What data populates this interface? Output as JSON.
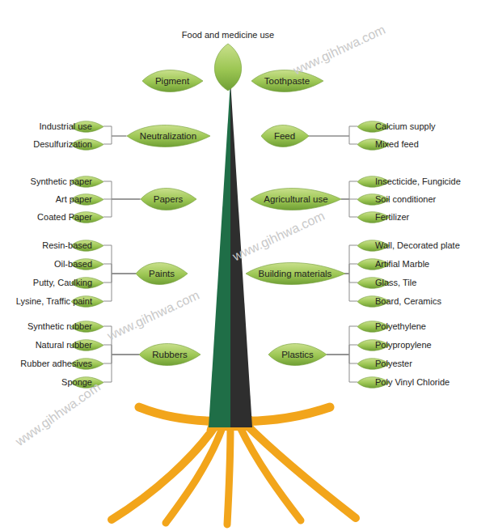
{
  "diagram": {
    "nodes": [
      {
        "text": [
          "Food and medicine use"
        ]
      },
      {
        "text": [
          "Pigment"
        ]
      },
      {
        "text": [
          "Toothpaste"
        ]
      },
      {
        "text": [
          "Neutralization"
        ]
      },
      {
        "text": [
          "Industrial use"
        ]
      },
      {
        "text": [
          "Desulfurization"
        ]
      },
      {
        "text": [
          "Feed"
        ]
      },
      {
        "text": [
          "Calcium supply"
        ]
      },
      {
        "text": [
          "Mixed feed"
        ]
      },
      {
        "text": [
          "Papers"
        ]
      },
      {
        "text": [
          "Synthetic paper"
        ]
      },
      {
        "text": [
          "Art paper"
        ]
      },
      {
        "text": [
          "Coated Paper"
        ]
      },
      {
        "text": [
          "Agricultural use"
        ]
      },
      {
        "text": [
          "Insecticide, Fungicide"
        ]
      },
      {
        "text": [
          "Soil conditioner"
        ]
      },
      {
        "text": [
          "Fertilizer"
        ]
      },
      {
        "text": [
          "Paints"
        ]
      },
      {
        "text": [
          "Resin-based"
        ]
      },
      {
        "text": [
          "Oil-based"
        ]
      },
      {
        "text": [
          "Putty, Caulking"
        ]
      },
      {
        "text": [
          "Lysine, Traffic paint"
        ]
      },
      {
        "text": [
          "Building materials"
        ]
      },
      {
        "text": [
          "Wall, Decorated plate"
        ]
      },
      {
        "text": [
          "Artifial Marble"
        ]
      },
      {
        "text": [
          "Glass, Tile"
        ]
      },
      {
        "text": [
          "Board, Ceramics"
        ]
      },
      {
        "text": [
          "Rubbers"
        ]
      },
      {
        "text": [
          "Synthetic rubber"
        ]
      },
      {
        "text": [
          "Natural rubber"
        ]
      },
      {
        "text": [
          "Rubber adhesives"
        ]
      },
      {
        "text": [
          "Sponge"
        ]
      },
      {
        "text": [
          "Plastics"
        ]
      },
      {
        "text": [
          "Polyethylene"
        ]
      },
      {
        "text": [
          "Polypropylene"
        ]
      },
      {
        "text": [
          "Polyester"
        ]
      },
      {
        "text": [
          "Poly Vinyl Chloride"
        ]
      }
    ],
    "edges": [
      {
        "from": 3,
        "to": 4,
        "arrow": "none"
      },
      {
        "from": 3,
        "to": 5,
        "arrow": "none"
      },
      {
        "from": 6,
        "to": 7,
        "arrow": "none"
      },
      {
        "from": 6,
        "to": 8,
        "arrow": "none"
      },
      {
        "from": 9,
        "to": 10,
        "arrow": "none"
      },
      {
        "from": 9,
        "to": 11,
        "arrow": "none"
      },
      {
        "from": 9,
        "to": 12,
        "arrow": "none"
      },
      {
        "from": 13,
        "to": 14,
        "arrow": "none"
      },
      {
        "from": 13,
        "to": 15,
        "arrow": "none"
      },
      {
        "from": 13,
        "to": 16,
        "arrow": "none"
      },
      {
        "from": 17,
        "to": 18,
        "arrow": "none"
      },
      {
        "from": 17,
        "to": 19,
        "arrow": "none"
      },
      {
        "from": 17,
        "to": 20,
        "arrow": "none"
      },
      {
        "from": 17,
        "to": 21,
        "arrow": "none"
      },
      {
        "from": 22,
        "to": 23,
        "arrow": "none"
      },
      {
        "from": 22,
        "to": 24,
        "arrow": "none"
      },
      {
        "from": 22,
        "to": 25,
        "arrow": "none"
      },
      {
        "from": 22,
        "to": 26,
        "arrow": "none"
      },
      {
        "from": 27,
        "to": 28,
        "arrow": "none"
      },
      {
        "from": 27,
        "to": 29,
        "arrow": "none"
      },
      {
        "from": 27,
        "to": 30,
        "arrow": "none"
      },
      {
        "from": 27,
        "to": 31,
        "arrow": "none"
      },
      {
        "from": 32,
        "to": 33,
        "arrow": "none"
      },
      {
        "from": 32,
        "to": 34,
        "arrow": "none"
      },
      {
        "from": 32,
        "to": 35,
        "arrow": "none"
      },
      {
        "from": 32,
        "to": 36,
        "arrow": "none"
      }
    ],
    "labels": [
      "www.gihhwa.com",
      "www.gihhwa.com",
      "www.gihhwa.com",
      "www.gihhwa.com"
    ]
  }
}
